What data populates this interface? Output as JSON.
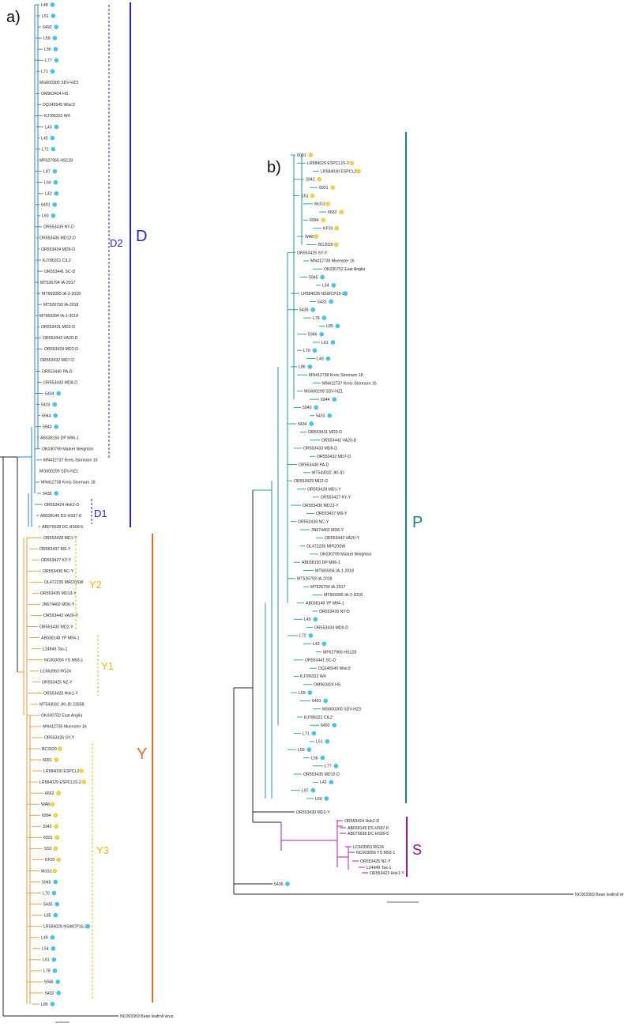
{
  "panels": {
    "a": {
      "label": "a)",
      "leaves": [
        "L48",
        "L51",
        "6493",
        "L59",
        "L56",
        "L77",
        "L71",
        "MG600300 SDV-HZ3",
        "OM963424 HS",
        "DQ145545 Wisc3",
        "KJ786322 W4",
        "L43",
        "L45",
        "L72",
        "MF627965 HS128",
        "L87",
        "L69",
        "L42",
        "6491",
        "L60",
        "OR553439 NY-D",
        "OR553436 MD12-D",
        "OR553434 MD9-D",
        "KJ786321 CIL2",
        "OR553441 SC-D",
        "MT526794 IA-2017",
        "MT669395 IA-2-2018",
        "MT526793 IA-2018",
        "MT669394 IA-1-2018",
        "OR553431 MD3-D",
        "OR553442 VA20-D",
        "OR553429 MD2-D",
        "OR553432 MD7-D",
        "OR553440 PA-D",
        "OR553433 MD8-D",
        "5434",
        "5433",
        "6944",
        "5943",
        "AB038150 DP M96-1",
        "OK030799 Market Weighton",
        "MN412737 Kreis Stormarn 16",
        "MG600299 SDV-HZ1",
        "MN412738 Kreis Stormarn 18",
        "5436",
        "OR553424 Hok2-D",
        "AB038149 DS HS97-8",
        "AB076638 DC HS99-5",
        "OR553428 MD1-Y",
        "OR553437 MS-Y",
        "OR553427 KY-Y",
        "OR553438 NC-Y",
        "OL472235 MIR20SW",
        "OR553435 MD13-Y",
        "JN674402 MD6-Y",
        "OR553443 VA20-Y",
        "OR553430 MD2-Y",
        "AB038148 YP M94-1",
        "L24949 Tas-1",
        "NC003056 YS M93-1",
        "LC663963 RG24",
        "OR553425 NZ-Y",
        "OR553423 Hok1-Y",
        "MT543032 JKI-ID 23558",
        "OK030752 East Anglia",
        "MN412736 Muenster 16",
        "OR553426 SY-Y",
        "BC2020",
        "6091",
        "LR584030 ESPCL2",
        "LR584029 ESPCL15-2",
        "6662",
        "WA8",
        "6994",
        "3342",
        "6931",
        "SS1",
        "KF20",
        "McG1",
        "5945",
        "L70",
        "5435",
        "L85",
        "LR584028 NSWCP15-2",
        "L49",
        "L54",
        "L61",
        "L78",
        "5946",
        "5432",
        "L86"
      ],
      "outgroup": "NC003369 Bean leafroll virus",
      "clades": [
        {
          "name": "D",
          "color": "#2323d6"
        },
        {
          "name": "D2",
          "color": "#2323d6"
        },
        {
          "name": "D1",
          "color": "#2323d6"
        },
        {
          "name": "Y",
          "color": "#ee6a22"
        },
        {
          "name": "Y2",
          "color": "#f3b90b"
        },
        {
          "name": "Y1",
          "color": "#f3b90b"
        },
        {
          "name": "Y3",
          "color": "#f3b90b"
        }
      ],
      "branch_color": "#2d7fd6"
    },
    "b": {
      "label": "b)",
      "leaves": [
        "6091",
        "LR584029 ESPCL15-2",
        "LR584030 ESPCL2",
        "3342",
        "6931",
        "SS1",
        "McG1",
        "6662",
        "6994",
        "KF20",
        "WA8",
        "BC2020",
        "OR553426 SY-Y",
        "MN412736 Muenster 16",
        "OK030752 East Anglia",
        "5945",
        "L54",
        "LR584028 NSWCP15-2",
        "5432",
        "5435",
        "L78",
        "L85",
        "5946",
        "L61",
        "L70",
        "L49",
        "L86",
        "MN412738 Kreis Stormarn 18",
        "MN412737 Kreis Stormarn 16",
        "MG600299 SDV-HZ1",
        "6944",
        "5943",
        "5433",
        "5434",
        "OR553431 MD3-D",
        "OR553442 VA20-D",
        "OR553433 MD8-D",
        "OR553432 MD7-D",
        "OR553440 PA-D",
        "MT543032 JKI-ID",
        "OR553429 MD2-D",
        "OR553428 MD1-Y",
        "OR553427 KY-Y",
        "OR553436 MD13-Y",
        "OR553437 MS-Y",
        "OR553438 NC-Y",
        "JN674402 MD6-Y",
        "OR553443 VA20-Y",
        "OL472235 MIR20SW",
        "OK030799 Market Weighton",
        "AB038150 DP M96-1",
        "MT669394 IA-1-2018",
        "MT526793 IA-2018",
        "MT526794 IA-2017",
        "MT669395 IA-2-2018",
        "AB038148 YP M94-1",
        "OR553439 NY-D",
        "L45",
        "OR553434 MD9-D",
        "L72",
        "L43",
        "MF627965 HS128",
        "OR553441 SC-D",
        "DQ145545 Wisc3",
        "KJ786322 W4",
        "OM963424 HS",
        "L69",
        "6491",
        "MG600300 SDV-HZ3",
        "KJ786321 CIL2",
        "6493",
        "L71",
        "L51",
        "L59",
        "L56",
        "L77",
        "OR553435 MD12-D",
        "L42",
        "L87",
        "L60"
      ],
      "lower_leaves": [
        "OR553430 MD2-Y",
        "OR553424 Hok2-D",
        "AB038149 DS HS97-8",
        "AB076638 DC HS99-5",
        "LC663963 RG24",
        "NC003056 YS M93-1",
        "OR553425 NZ-Y",
        "L24949 Tas-1",
        "OR553423 Hok1-Y",
        "5436"
      ],
      "outgroup": "NC003369 Bean leafroll virus",
      "clades": [
        {
          "name": "P",
          "color": "#128585"
        },
        {
          "name": "S",
          "color": "#8e168e"
        }
      ],
      "branch_color_p": "#1a9a9a",
      "branch_color_s": "#b01fb0"
    }
  },
  "marker_colors": {
    "cyan": "#3cc7eb",
    "yellow": "#f6d23a"
  }
}
